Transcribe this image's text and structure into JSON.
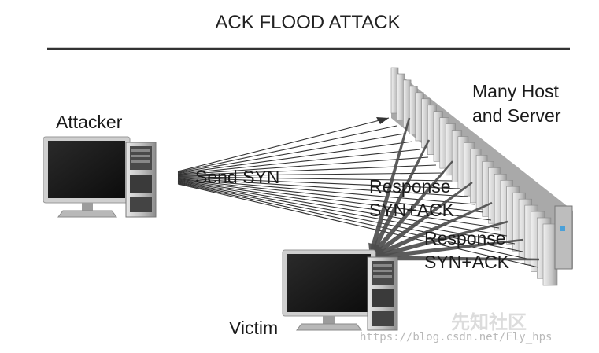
{
  "title": "ACK FLOOD ATTACK",
  "nodes": {
    "attacker": "Attacker",
    "servers_line1": "Many Host",
    "servers_line2": "and Server",
    "victim": "Victim"
  },
  "edges": {
    "send": "Send SYN",
    "response_a_line1": "Response",
    "response_a_line2": "SYN+ACK",
    "response_b_line1": "Response",
    "response_b_line2": "SYN+ACK"
  },
  "watermark": {
    "url": "https://blog.csdn.net/Fly_hps",
    "logo_text": "先知社区"
  },
  "colors": {
    "arrow": "#4d4d4d",
    "line": "#333333",
    "monitor_frame": "#c8c8c8",
    "screen": "#151515"
  }
}
